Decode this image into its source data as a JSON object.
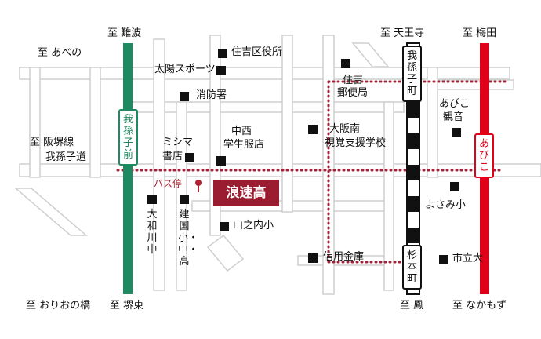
{
  "directions": {
    "abeno": "至 あべの",
    "namba": "至 難波",
    "tennoji": "至 天王寺",
    "umeda": "至 梅田",
    "hanshakai_1": "至 阪堺線",
    "hanshakai_2": "我孫子道",
    "oriono": "至 おりおの橋",
    "sakaihigashi": "至 堺東",
    "otori": "至 鳳",
    "nakamozu": "至 なかもず"
  },
  "stations": {
    "abiko_mae": "我孫子前",
    "abiko_cho": "我孫子町",
    "sugimoto_cho": "杉本町",
    "abiko": "あびこ"
  },
  "school": "浪速高",
  "bus_stop": "バス停",
  "landmarks": {
    "sumiyoshi_ward": "住吉区役所",
    "taiyo_sports": "太陽スポーツ",
    "fire_station": "消防署",
    "post_office_1": "住吉",
    "post_office_2": "郵便局",
    "mishima_1": "ミシマ",
    "mishima_2": "書店",
    "nakanishi_1": "中西",
    "nakanishi_2": "学生服店",
    "osaka_minami_1": "大阪南",
    "osaka_minami_2": "視覚支援学校",
    "abiko_kannon_1": "あびこ",
    "abiko_kannon_2": "観音",
    "yosami": "よさみ小",
    "yamanouchi": "山之内小",
    "yamato_jh": "大和川中",
    "kenkoku": "建国小・中・高",
    "shinyo": "信用金庫",
    "shiritsudai": "市立大"
  },
  "colors": {
    "subway_green": "#1e8a62",
    "subway_red": "#e0001a",
    "bus_route": "#a3203a",
    "school_fill": "#9b1b30",
    "road": "#d0d0d0"
  }
}
